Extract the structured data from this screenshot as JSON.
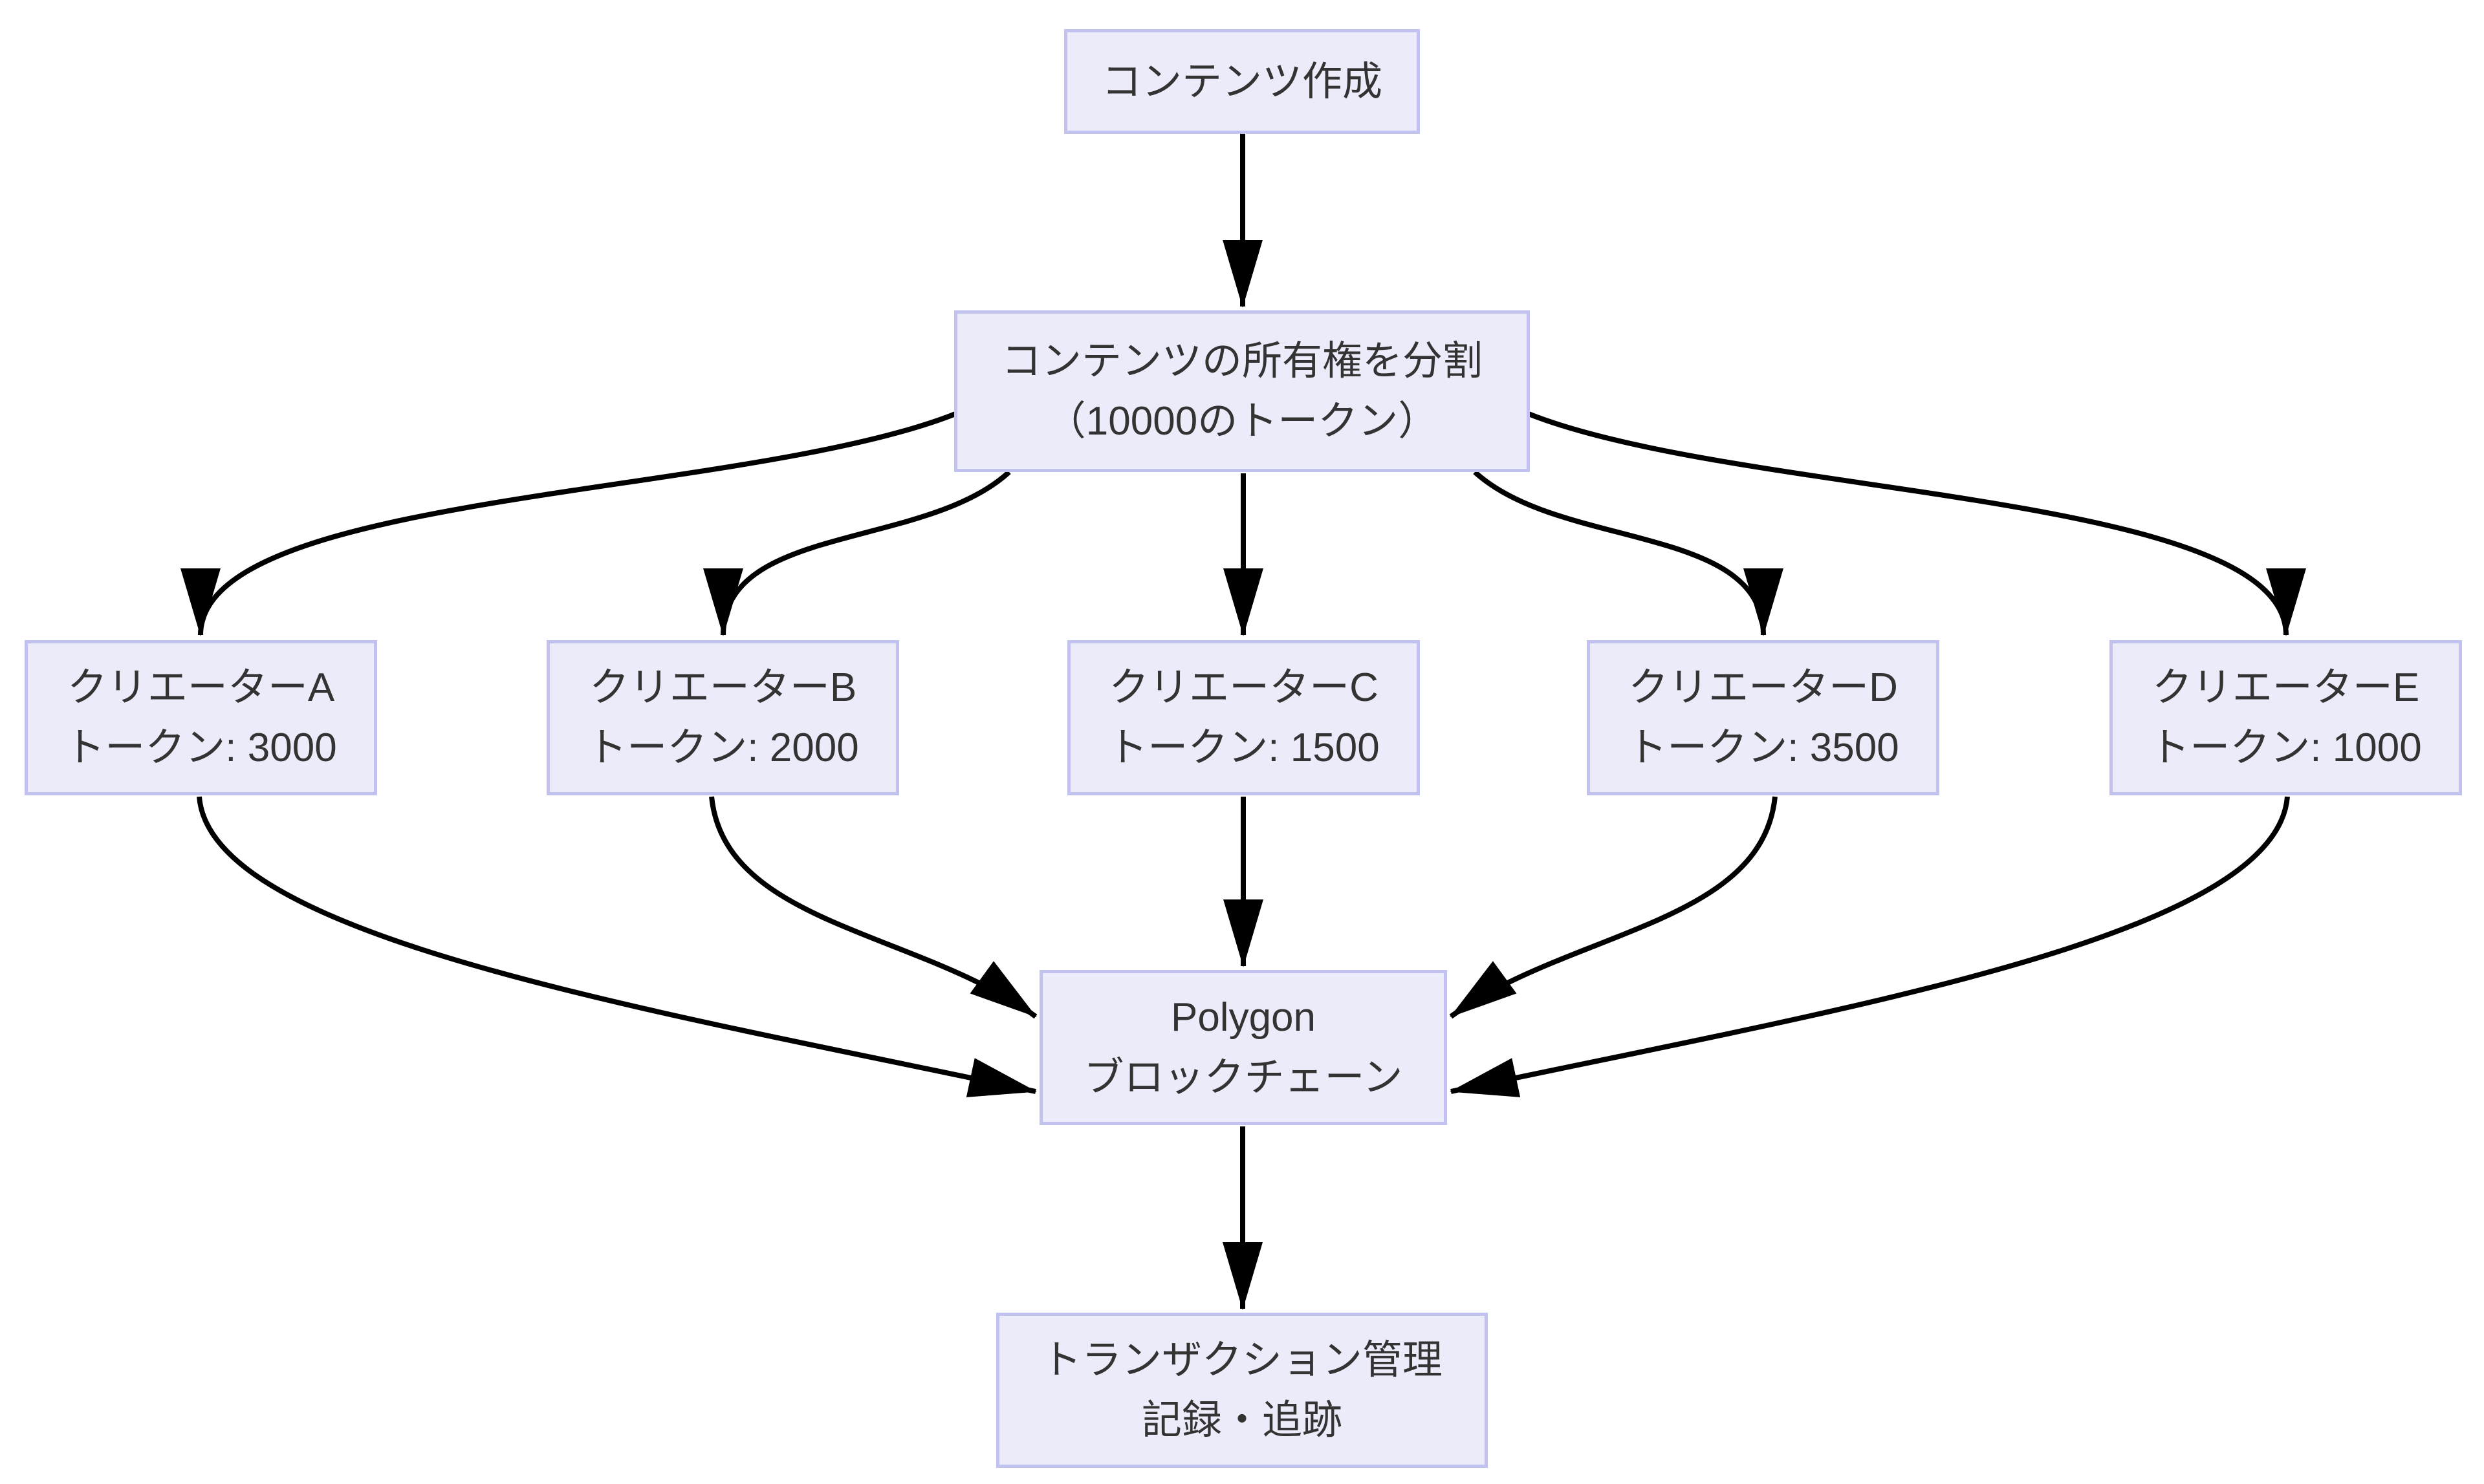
{
  "diagram": {
    "type": "flowchart",
    "direction": "top-down",
    "colors": {
      "background": "#ffffff",
      "node_fill": "#ebebfa",
      "node_border": "#c2c2f0",
      "edge_stroke": "#000000",
      "text": "#333333"
    },
    "nodes": {
      "create": {
        "line1": "コンテンツ作成"
      },
      "split": {
        "line1": "コンテンツの所有権を分割",
        "line2": "（10000のトークン）"
      },
      "creator_a": {
        "line1": "クリエーターA",
        "line2": "トークン: 3000"
      },
      "creator_b": {
        "line1": "クリエーターB",
        "line2": "トークン: 2000"
      },
      "creator_c": {
        "line1": "クリエーターC",
        "line2": "トークン: 1500"
      },
      "creator_d": {
        "line1": "クリエーターD",
        "line2": "トークン: 3500"
      },
      "creator_e": {
        "line1": "クリエーターE",
        "line2": "トークン: 1000"
      },
      "polygon": {
        "line1": "Polygon",
        "line2": "ブロックチェーン"
      },
      "transaction": {
        "line1": "トランザクション管理",
        "line2": "記録・追跡"
      }
    },
    "edges": [
      {
        "from": "create",
        "to": "split"
      },
      {
        "from": "split",
        "to": "creator_a"
      },
      {
        "from": "split",
        "to": "creator_b"
      },
      {
        "from": "split",
        "to": "creator_c"
      },
      {
        "from": "split",
        "to": "creator_d"
      },
      {
        "from": "split",
        "to": "creator_e"
      },
      {
        "from": "creator_a",
        "to": "polygon"
      },
      {
        "from": "creator_b",
        "to": "polygon"
      },
      {
        "from": "creator_c",
        "to": "polygon"
      },
      {
        "from": "creator_d",
        "to": "polygon"
      },
      {
        "from": "creator_e",
        "to": "polygon"
      },
      {
        "from": "polygon",
        "to": "transaction"
      }
    ]
  }
}
